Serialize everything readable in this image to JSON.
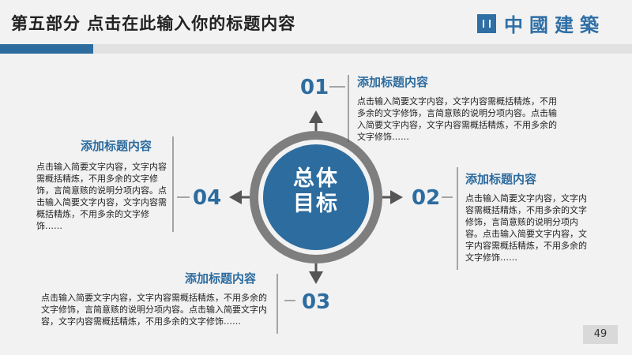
{
  "header": {
    "title": "第五部分   点击在此输入你的标题内容",
    "logo_text": "中國建築"
  },
  "center": {
    "line1": "总体",
    "line2": "目标"
  },
  "items": [
    {
      "number": "01",
      "title": "添加标题内容",
      "body": "点击输入简要文字内容，文字内容需概括精炼，不用多余的文字修饰，言简意赅的说明分项内容。点击输入简要文字内容，文字内容需概括精炼，不用多余的文字修饰……"
    },
    {
      "number": "02",
      "title": "添加标题内容",
      "body": "点击输入简要文字内容，文字内容需概括精炼，不用多余的文字修饰，言简意赅的说明分项内容。点击输入简要文字内容，文字内容需概括精炼，不用多余的文字修饰……"
    },
    {
      "number": "03",
      "title": "添加标题内容",
      "body": "点击输入简要文字内容，文字内容需概括精炼，不用多余的文字修饰，言简意赅的说明分项内容。点击输入简要文字内容，文字内容需概括精炼，不用多余的文字修饰……"
    },
    {
      "number": "04",
      "title": "添加标题内容",
      "body": "点击输入简要文字内容，文字内容需概括精炼，不用多余的文字修饰，言简意赅的说明分项内容。点击输入简要文字内容，文字内容需概括精炼，不用多余的文字修饰……"
    }
  ],
  "page_number": "49",
  "colors": {
    "accent": "#2d6c9f",
    "circle_outer": "#7e7e7e",
    "background": "#f2f2f2"
  }
}
